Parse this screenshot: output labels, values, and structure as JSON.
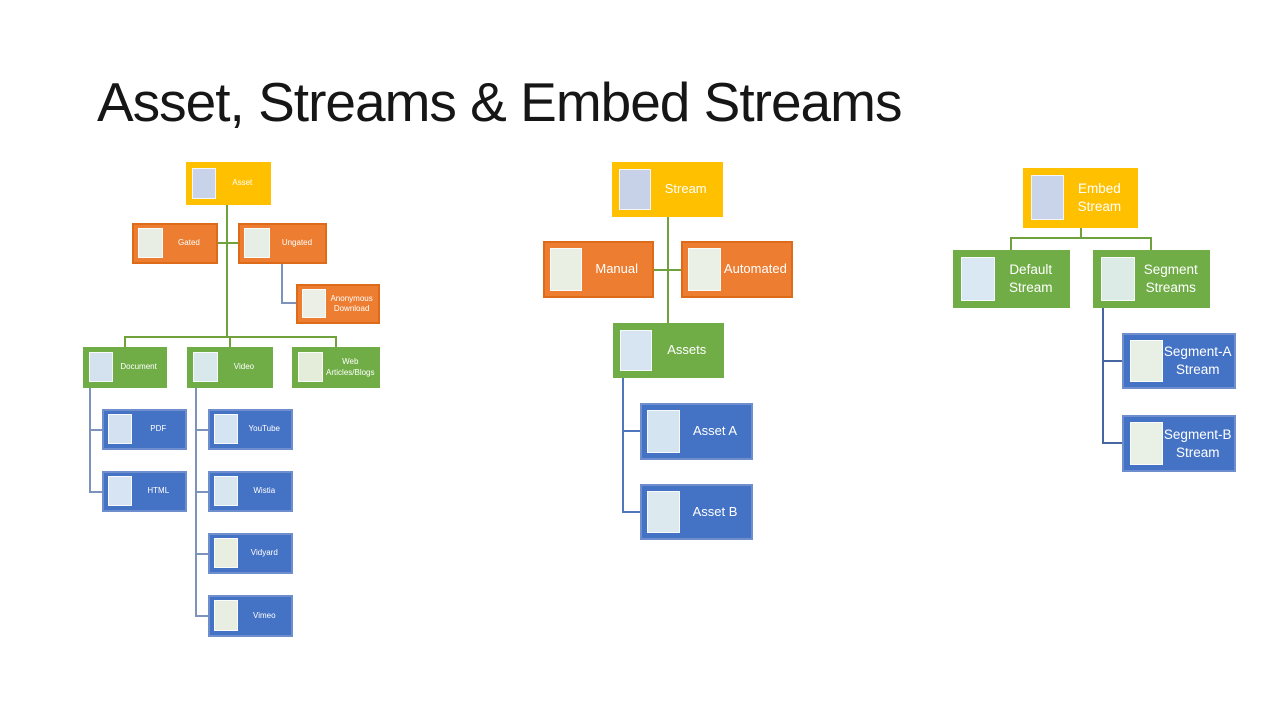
{
  "slide": {
    "title": "Asset, Streams & Embed Streams"
  },
  "palette": {
    "yellow": "#FFC000",
    "orange": "#ED7D31",
    "orange_border": "#DE6B1A",
    "green": "#70AD47",
    "blue": "#4472C4",
    "blue_border": "#6F8ECE",
    "label_text": "#FFFFFF",
    "title_text": "#161616",
    "line_green": "#6FA13C",
    "line_blue_soft": "#7E93BB",
    "line_blue": "#5076BE",
    "line_blue_dark": "#47669F"
  },
  "diagrams": {
    "asset_tree": {
      "name": "Asset hierarchy",
      "nodes": {
        "asset": {
          "label": "Asset",
          "placeholder_color": "#C8D2E9"
        },
        "gated": {
          "label": "Gated",
          "placeholder_color": "#E8EEE3"
        },
        "ungated": {
          "label": "Ungated",
          "placeholder_color": "#E7EEE6"
        },
        "anonymous_download": {
          "label": "Anonymous Download",
          "placeholder_color": "#EBEFE5"
        },
        "document": {
          "label": "Document",
          "placeholder_color": "#D4E2F0"
        },
        "video": {
          "label": "Video",
          "placeholder_color": "#D9E8EA"
        },
        "web_articles_blogs": {
          "label": "Web Articles/Blogs",
          "placeholder_color": "#E4EDDA"
        },
        "pdf": {
          "label": "PDF",
          "placeholder_color": "#D3E1F1"
        },
        "html": {
          "label": "HTML",
          "placeholder_color": "#D6E4F3"
        },
        "youtube": {
          "label": "YouTube",
          "placeholder_color": "#D5E4F2"
        },
        "wistia": {
          "label": "Wistia",
          "placeholder_color": "#D8E6F0"
        },
        "vidyard": {
          "label": "Vidyard",
          "placeholder_color": "#E9EFE0"
        },
        "vimeo": {
          "label": "Vimeo",
          "placeholder_color": "#E8EFE2"
        }
      },
      "edges": [
        [
          "Asset",
          "Gated"
        ],
        [
          "Asset",
          "Ungated"
        ],
        [
          "Ungated",
          "Anonymous Download"
        ],
        [
          "Asset",
          "Document"
        ],
        [
          "Asset",
          "Video"
        ],
        [
          "Asset",
          "Web Articles/Blogs"
        ],
        [
          "Document",
          "PDF"
        ],
        [
          "Document",
          "HTML"
        ],
        [
          "Video",
          "YouTube"
        ],
        [
          "Video",
          "Wistia"
        ],
        [
          "Video",
          "Vidyard"
        ],
        [
          "Video",
          "Vimeo"
        ]
      ]
    },
    "stream_tree": {
      "name": "Stream hierarchy",
      "nodes": {
        "stream": {
          "label": "Stream",
          "placeholder_color": "#C7D1E8"
        },
        "manual": {
          "label": "Manual",
          "placeholder_color": "#E9EFE3"
        },
        "automated": {
          "label": "Automated",
          "placeholder_color": "#EBF0E6"
        },
        "assets": {
          "label": "Assets",
          "placeholder_color": "#D7E5F2"
        },
        "asset_a": {
          "label": "Asset A",
          "placeholder_color": "#D5E4F1"
        },
        "asset_b": {
          "label": "Asset B",
          "placeholder_color": "#DCE9EF"
        }
      },
      "edges": [
        [
          "Stream",
          "Manual"
        ],
        [
          "Stream",
          "Automated"
        ],
        [
          "Stream",
          "Assets"
        ],
        [
          "Assets",
          "Asset A"
        ],
        [
          "Assets",
          "Asset B"
        ]
      ]
    },
    "embed_tree": {
      "name": "Embed Stream hierarchy",
      "nodes": {
        "embed_stream": {
          "label": "Embed Stream",
          "placeholder_color": "#C9D3EA"
        },
        "default_stream": {
          "label": "Default Stream",
          "placeholder_color": "#D9E8F2"
        },
        "segment_streams": {
          "label": "Segment Streams",
          "placeholder_color": "#DDEBE6"
        },
        "segment_a": {
          "label": "Segment-A Stream",
          "placeholder_color": "#E8EFE4"
        },
        "segment_b": {
          "label": "Segment-B Stream",
          "placeholder_color": "#E9F0E6"
        }
      },
      "edges": [
        [
          "Embed Stream",
          "Default Stream"
        ],
        [
          "Embed Stream",
          "Segment Streams"
        ],
        [
          "Segment Streams",
          "Segment-A Stream"
        ],
        [
          "Segment Streams",
          "Segment-B Stream"
        ]
      ]
    }
  }
}
